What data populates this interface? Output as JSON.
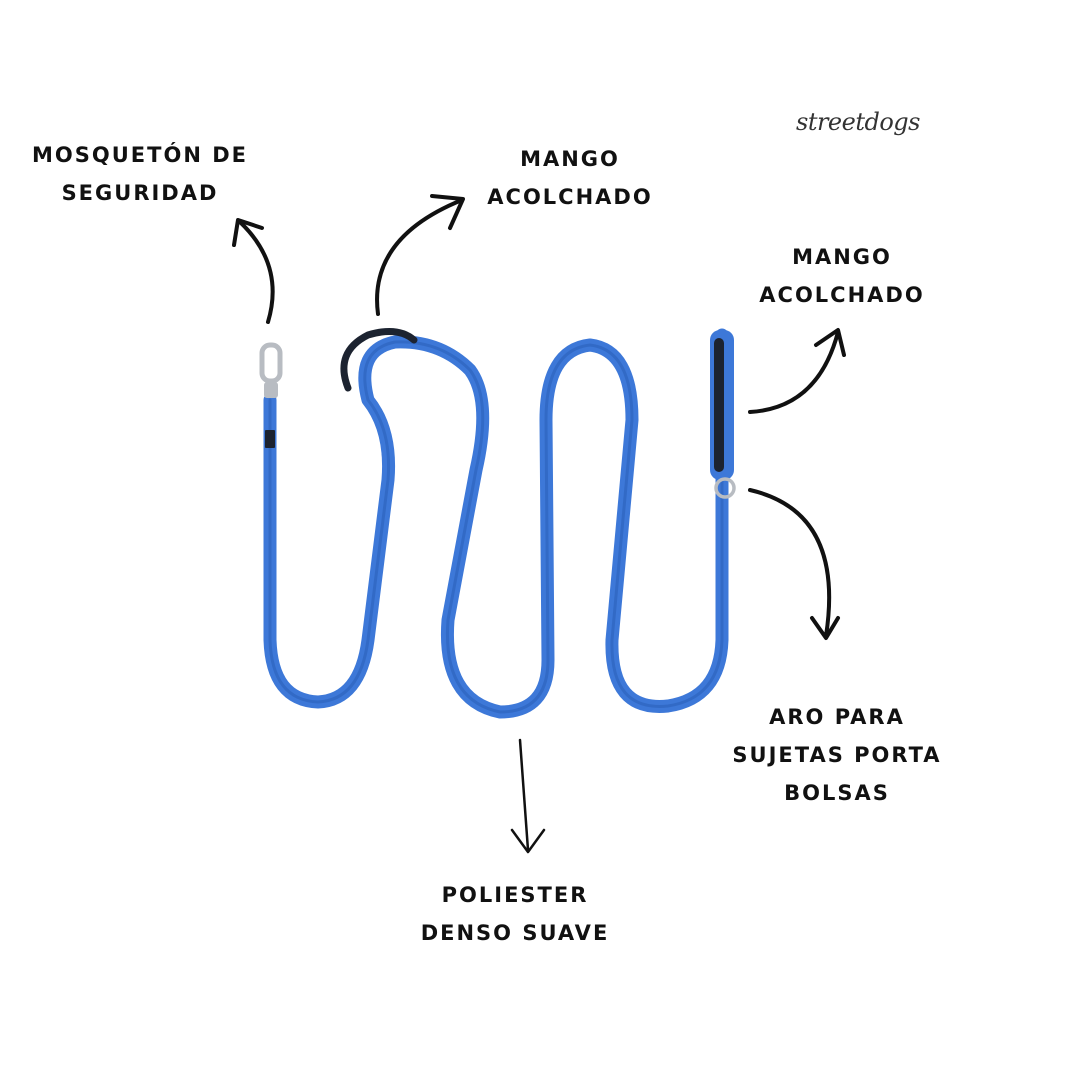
{
  "brand": "streetdogs",
  "labels": {
    "carabiner": [
      "Mosquetón de",
      "seguridad"
    ],
    "handle_top": [
      "Mango",
      "acolchado"
    ],
    "handle_right": [
      "Mango",
      "acolchado"
    ],
    "ring": [
      "Aro para",
      "sujetas porta",
      "bolsas"
    ],
    "material": [
      "Poliester",
      "denso suave"
    ]
  },
  "colors": {
    "leash": "#3d78d8",
    "leash_shadow": "#2a5fb8",
    "padding": "#1c2330",
    "metal": "#b8bcc2",
    "ink": "#111111"
  }
}
